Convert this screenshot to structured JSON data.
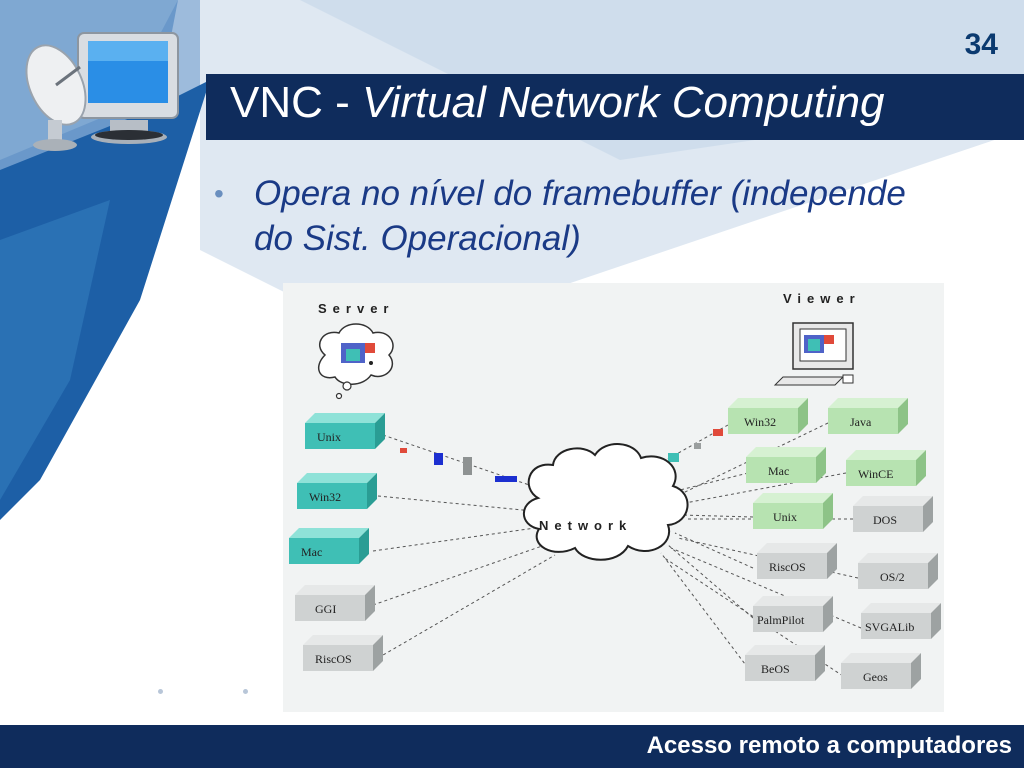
{
  "page_number": "34",
  "title": {
    "prefix": "VNC - ",
    "italic": "Virtual Network Computing"
  },
  "bullet_text": "Opera no nível do framebuffer (independe do Sist. Operacional)",
  "footer": "Acesso remoto a computadores",
  "diagram": {
    "server_label": "Server",
    "viewer_label": "Viewer",
    "network_label": "Network",
    "server_platforms": [
      "Unix",
      "Win32",
      "Mac",
      "GGI",
      "RiscOS"
    ],
    "viewer_platforms_left": [
      "Win32",
      "Mac",
      "Unix",
      "RiscOS",
      "PalmPilot",
      "BeOS"
    ],
    "viewer_platforms_right": [
      "Java",
      "WinCE",
      "DOS",
      "OS/2",
      "SVGALib",
      "Geos"
    ]
  },
  "colors": {
    "accent": "#0f2c5c",
    "teal": "#3fbfb5",
    "green": "#b7e3b1",
    "gray": "#cfd2d2"
  }
}
